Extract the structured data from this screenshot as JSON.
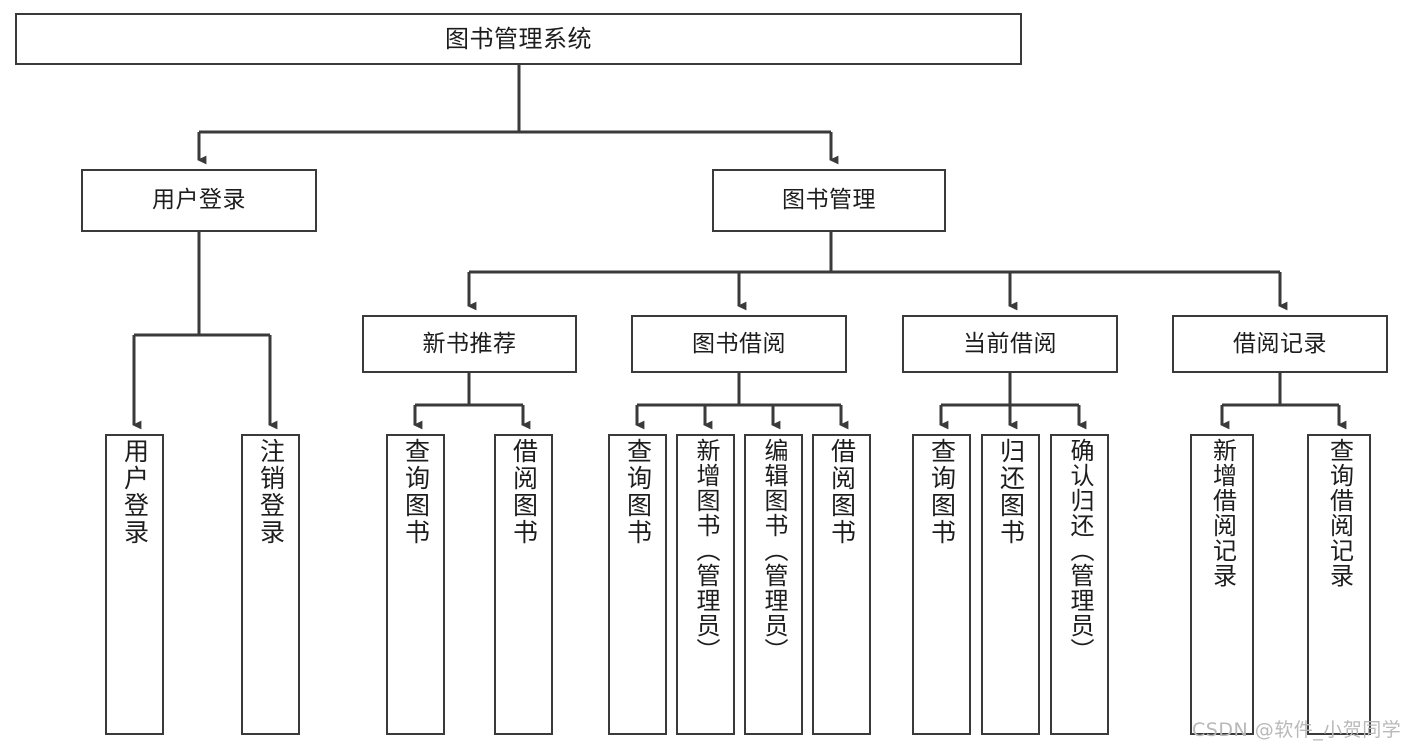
{
  "diagram": {
    "title": "图书管理系统",
    "type": "tree-hierarchy-chart",
    "colors": {
      "background": "#ffffff",
      "node_border": "#3a3a3a",
      "node_fill": "#ffffff",
      "text": "#1d1d1d",
      "edge": "#3a3a3a",
      "watermark": "#b9b9b9"
    }
  },
  "root": {
    "label": "图书管理系统"
  },
  "level2": [
    {
      "label": "用户登录"
    },
    {
      "label": "图书管理"
    }
  ],
  "level3": [
    {
      "label": "新书推荐"
    },
    {
      "label": "图书借阅"
    },
    {
      "label": "当前借阅"
    },
    {
      "label": "借阅记录"
    }
  ],
  "leaves": {
    "user_login": [
      {
        "label": "用户登录"
      },
      {
        "label": "注销登录"
      }
    ],
    "new_book": [
      {
        "label": "查询图书"
      },
      {
        "label": "借阅图书"
      }
    ],
    "book_borrow": [
      {
        "label": "查询图书"
      },
      {
        "label": "新增图书（管理员）"
      },
      {
        "label": "编辑图书（管理员）"
      },
      {
        "label": "借阅图书"
      }
    ],
    "current_borrow": [
      {
        "label": "查询图书"
      },
      {
        "label": "归还图书"
      },
      {
        "label": "确认归还（管理员）"
      }
    ],
    "borrow_record": [
      {
        "label": "新增借阅记录"
      },
      {
        "label": "查询借阅记录"
      }
    ]
  },
  "watermark": {
    "text": "CSDN @软件_小贺同学"
  }
}
